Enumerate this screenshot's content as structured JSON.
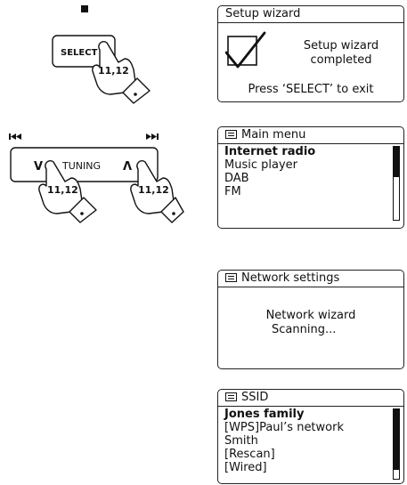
{
  "remote": {
    "select_button_label": "SELECT",
    "select_step_numbers": "11,12",
    "tuning_label": "TUNING",
    "tuning_down_glyph": "V",
    "tuning_up_glyph": "Λ",
    "tuning_left_step_numbers": "11,12",
    "tuning_right_step_numbers": "11,12"
  },
  "screen_setup": {
    "title": "Setup wizard",
    "line1": "Setup wizard",
    "line2": "completed",
    "line3": "Press ‘SELECT’ to exit"
  },
  "screen_main_menu": {
    "title": "Main menu",
    "items": [
      "Internet radio",
      "Music player",
      "DAB",
      "FM"
    ],
    "selected_index": 0
  },
  "screen_network": {
    "title": "Network settings",
    "line1": "Network wizard",
    "line2": "Scanning..."
  },
  "screen_ssid": {
    "title": "SSID",
    "items": [
      "Jones family",
      "[WPS]Paul’s network",
      "Smith",
      "[Rescan]",
      "[Wired]"
    ],
    "selected_index": 0
  }
}
